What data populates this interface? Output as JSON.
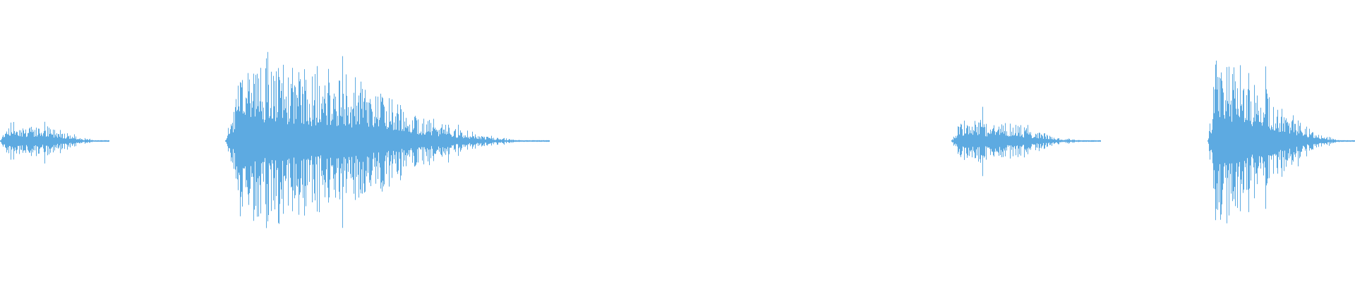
{
  "waveform": {
    "color": "#5daae1",
    "background": "#ffffff",
    "bursts": [
      {
        "start": 0.0,
        "end": 0.08,
        "peak": 0.24,
        "tail": 0.55
      },
      {
        "start": 0.166,
        "end": 0.405,
        "peak": 1.0,
        "tail": 0.45
      },
      {
        "start": 0.702,
        "end": 0.812,
        "peak": 0.28,
        "tail": 0.5
      },
      {
        "start": 0.891,
        "end": 1.0,
        "peak": 1.0,
        "tail": 0.4
      }
    ]
  }
}
